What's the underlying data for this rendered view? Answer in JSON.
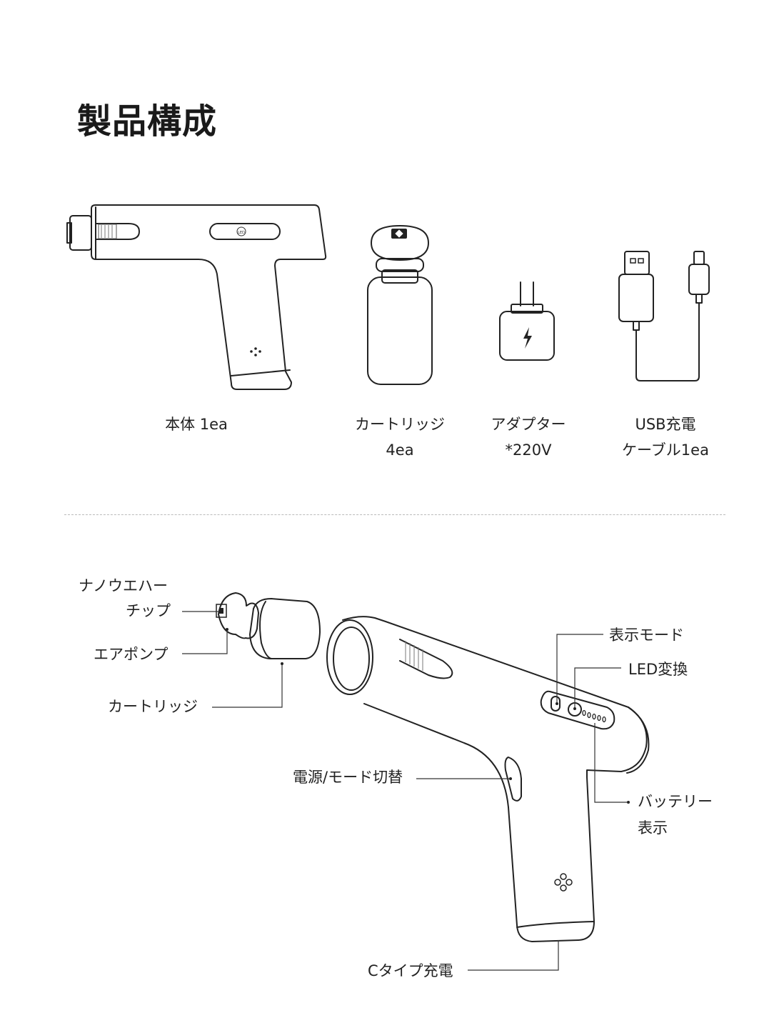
{
  "title": "製品構成",
  "contents": [
    {
      "name": "本体 1ea",
      "line2": ""
    },
    {
      "name": "カートリッジ",
      "line2": "4ea"
    },
    {
      "name": "アダプター",
      "line2": "*220V"
    },
    {
      "name": "USB充電",
      "line2": "ケーブル1ea"
    }
  ],
  "device_logo_text": "LED",
  "parts": {
    "nano_wafer_1": "ナノウエハー",
    "nano_wafer_2": "チップ",
    "air_pump": "エアポンプ",
    "cartridge": "カートリッジ",
    "power_mode": "電源/モード切替",
    "display_mode": "表示モード",
    "led_switch": "LED変換",
    "battery_1": "バッテリー",
    "battery_2": "表示",
    "c_type": "Cタイプ充電"
  }
}
